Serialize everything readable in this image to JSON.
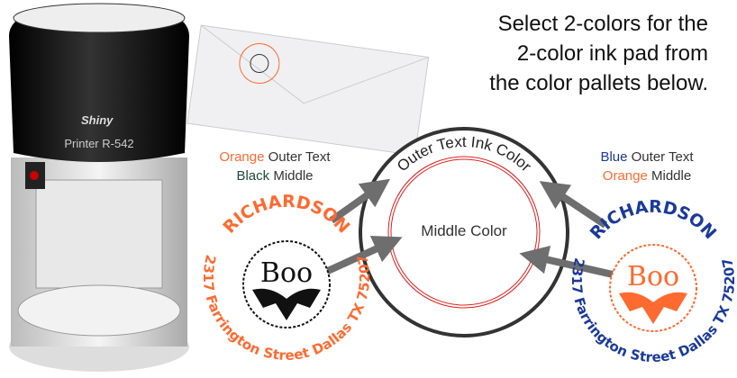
{
  "headline": {
    "lines": [
      "Select 2-colors for the",
      "2-color ink pad from",
      "the color pallets below."
    ]
  },
  "product": {
    "brand": "Shiny",
    "model": "Printer R-542"
  },
  "diagram": {
    "outer_label": "Outer Text Ink Color",
    "middle_label": "Middle Color"
  },
  "left_option": {
    "outer_color_name": "Orange",
    "outer_suffix": " Outer Text",
    "middle_color_name": "Black",
    "middle_suffix": " Middle",
    "outer_color": "#ff6a30",
    "middle_color": "#111111"
  },
  "right_option": {
    "outer_color_name": "Blue",
    "outer_suffix": " Outer Text",
    "middle_color_name": "Orange",
    "middle_suffix": " Middle",
    "outer_color": "#1a3a9a",
    "middle_color": "#ff6a30"
  },
  "stamp": {
    "name": "RICHARDSON",
    "address": "2317 Farrington Street Dallas TX 75207",
    "center_text": "Boo"
  }
}
